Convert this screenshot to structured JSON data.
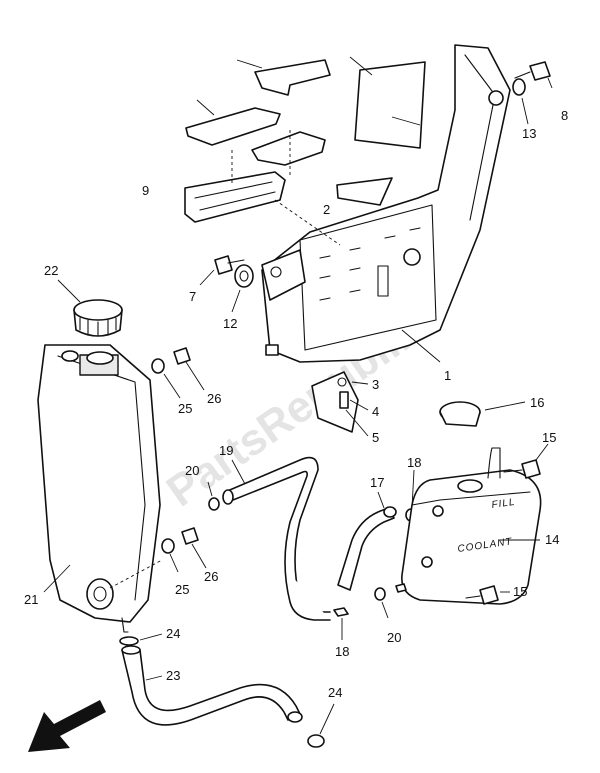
{
  "watermark": "PartsRepublik",
  "tank_labels": {
    "fill": "FILL",
    "coolant": "COOLANT"
  },
  "callouts": {
    "c1": "1",
    "c2": "2",
    "c3": "3",
    "c4": "4",
    "c5": "5",
    "c7": "7",
    "c8": "8",
    "c9": "9",
    "c12": "12",
    "c13": "13",
    "c14": "14",
    "c15a": "15",
    "c15b": "15",
    "c16": "16",
    "c17": "17",
    "c18a": "18",
    "c18b": "18",
    "c19": "19",
    "c20a": "20",
    "c20b": "20",
    "c21": "21",
    "c22": "22",
    "c23": "23",
    "c24a": "24",
    "c24b": "24",
    "c25a": "25",
    "c25b": "25",
    "c26a": "26",
    "c26b": "26"
  },
  "icons": {
    "direction": "front-arrow-icon",
    "watermark_logo": "gear-icon"
  }
}
